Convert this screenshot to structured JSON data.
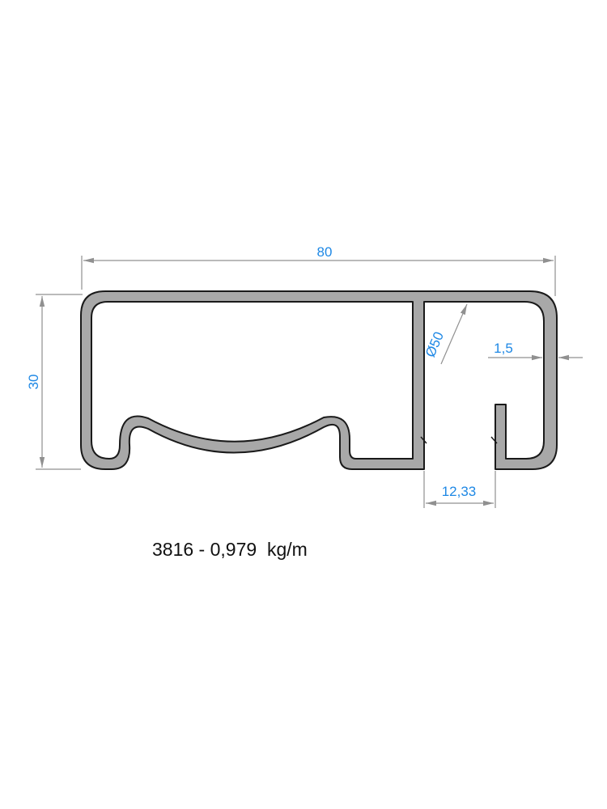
{
  "profile": {
    "code": "3816",
    "separator": " - ",
    "weight": "0,979",
    "unit": "kg/m"
  },
  "dimensions": {
    "width": "80",
    "height": "30",
    "diameter": "Ø50",
    "wall": "1,5",
    "channel": "12,33"
  },
  "colors": {
    "dimension_text": "#1e88e5",
    "dimension_lines": "#909090",
    "profile_fill": "#a8a8a8",
    "profile_stroke": "#1a1a1a"
  }
}
